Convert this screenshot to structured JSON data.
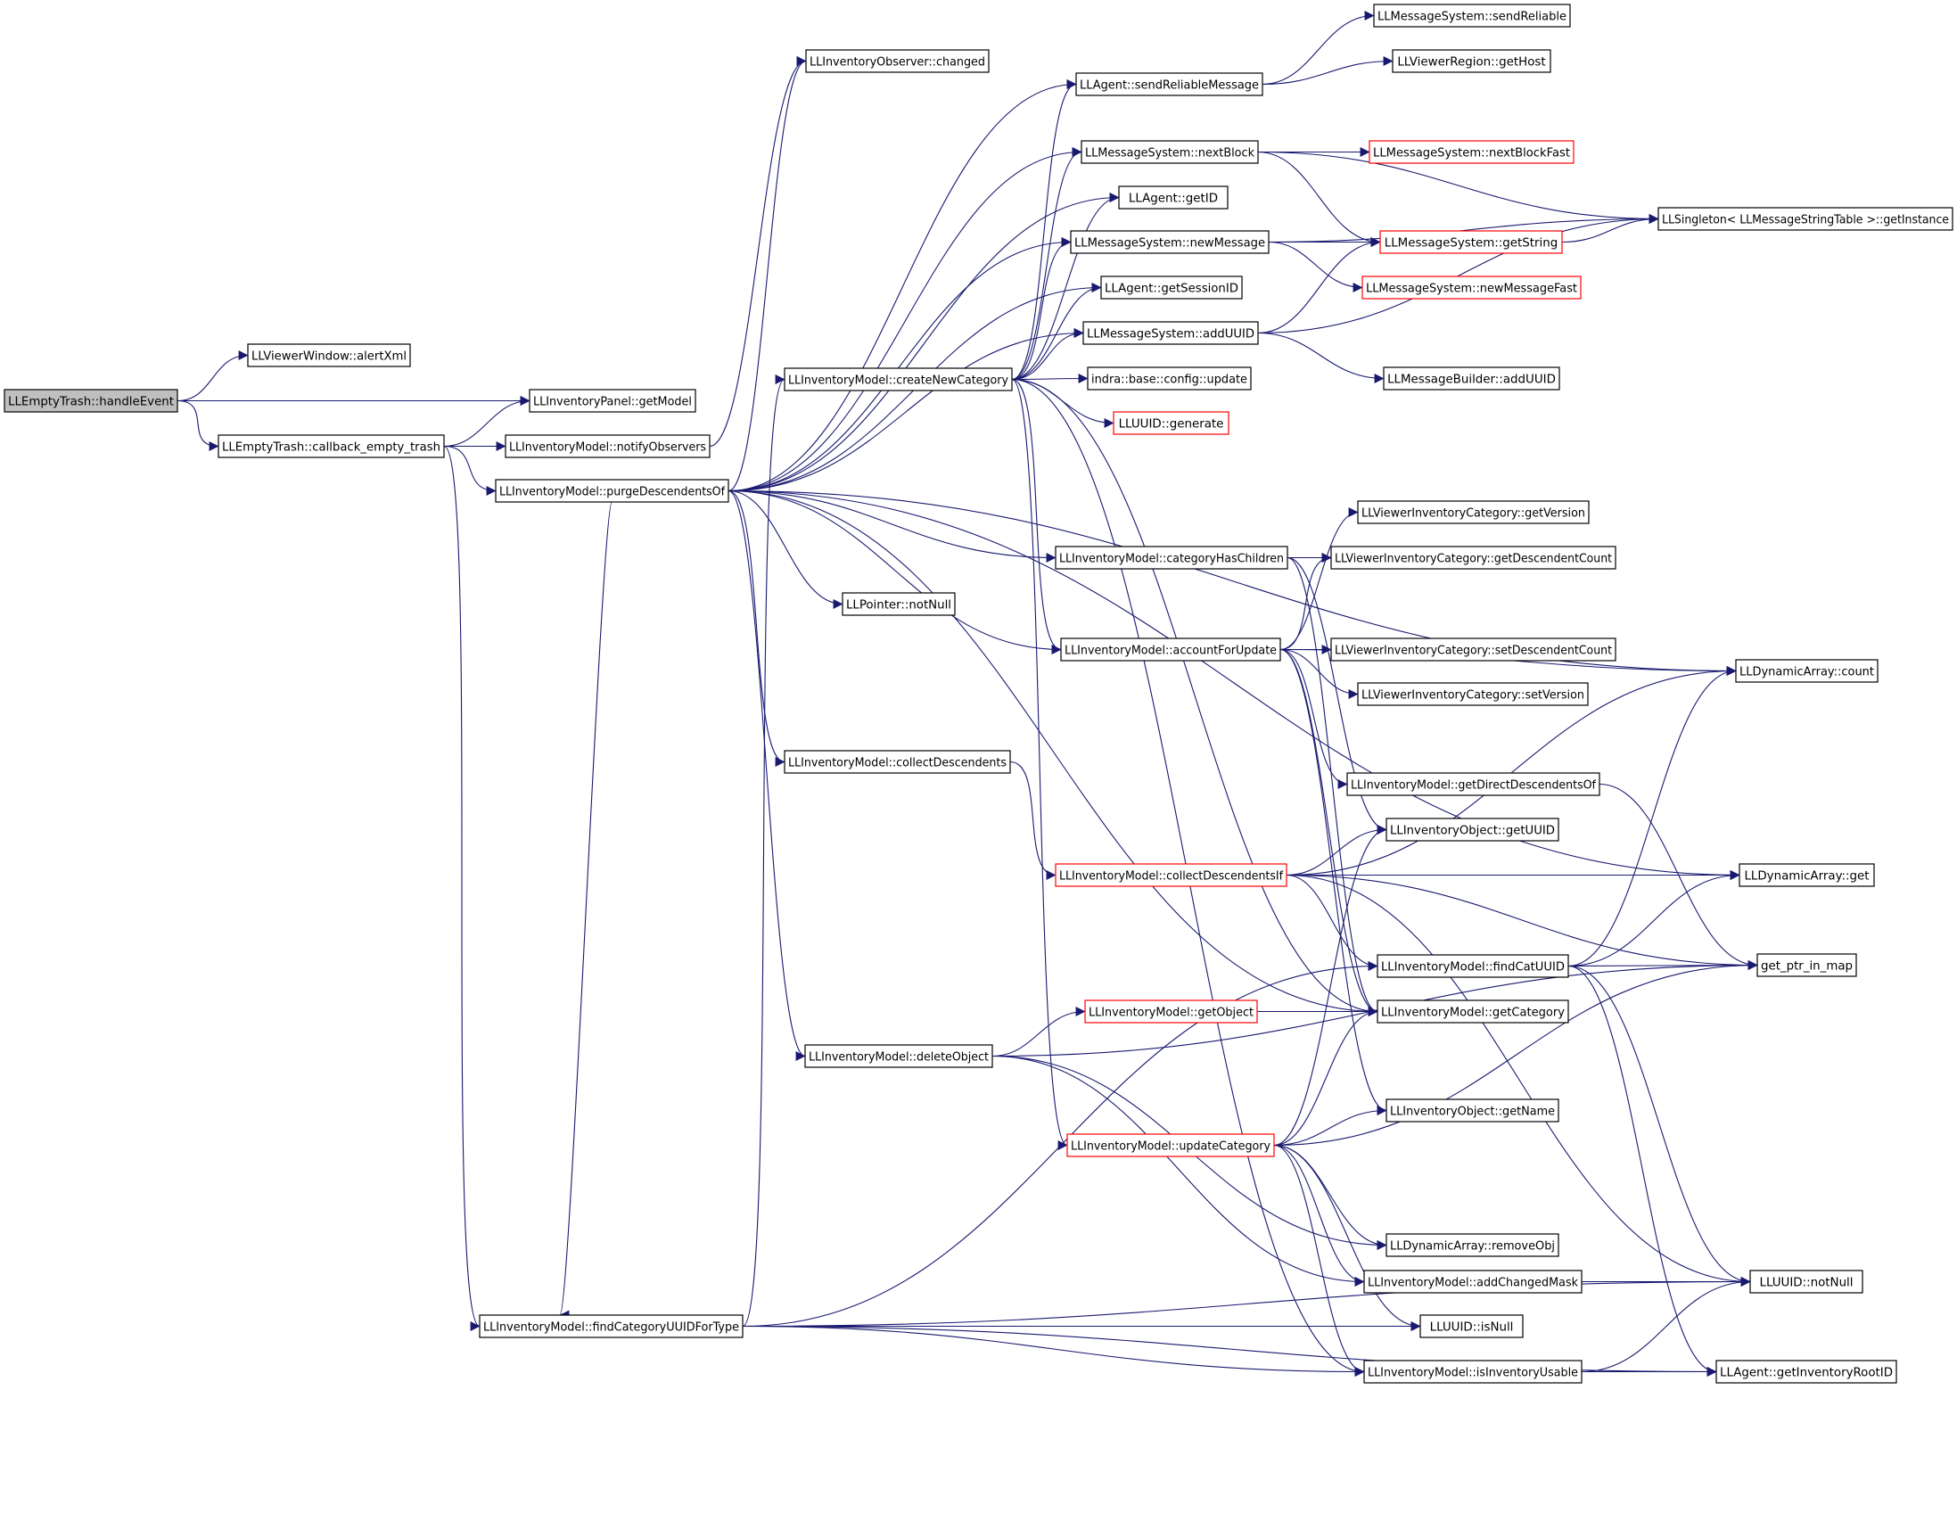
{
  "nodes": [
    {
      "id": "handleEvent",
      "label": "LLEmptyTrash::handleEvent",
      "root": true
    },
    {
      "id": "alertXml",
      "label": "LLViewerWindow::alertXml"
    },
    {
      "id": "callback",
      "label": "LLEmptyTrash::callback_empty_trash"
    },
    {
      "id": "getModel",
      "label": "LLInventoryPanel::getModel"
    },
    {
      "id": "notifyObservers",
      "label": "LLInventoryModel::notifyObservers"
    },
    {
      "id": "purge",
      "label": "LLInventoryModel::purgeDescendentsOf"
    },
    {
      "id": "findCatType",
      "label": "LLInventoryModel::findCategoryUUIDForType"
    },
    {
      "id": "changed",
      "label": "LLInventoryObserver::changed"
    },
    {
      "id": "createNewCategory",
      "label": "LLInventoryModel::createNewCategory"
    },
    {
      "id": "collectDesc",
      "label": "LLInventoryModel::collectDescendents"
    },
    {
      "id": "deleteObject",
      "label": "LLInventoryModel::deleteObject"
    },
    {
      "id": "notNullPtr",
      "label": "LLPointer::notNull"
    },
    {
      "id": "sendReliableMessage",
      "label": "LLAgent::sendReliableMessage"
    },
    {
      "id": "nextBlock",
      "label": "LLMessageSystem::nextBlock"
    },
    {
      "id": "getID",
      "label": "LLAgent::getID"
    },
    {
      "id": "newMessage",
      "label": "LLMessageSystem::newMessage"
    },
    {
      "id": "getSessionID",
      "label": "LLAgent::getSessionID"
    },
    {
      "id": "addUUID",
      "label": "LLMessageSystem::addUUID"
    },
    {
      "id": "configUpdate",
      "label": "indra::base::config::update"
    },
    {
      "id": "generate",
      "label": "LLUUID::generate",
      "trunc": true
    },
    {
      "id": "catHasChildren",
      "label": "LLInventoryModel::categoryHasChildren"
    },
    {
      "id": "accountForUpdate",
      "label": "LLInventoryModel::accountForUpdate"
    },
    {
      "id": "collectDescIf",
      "label": "LLInventoryModel::collectDescendentsIf",
      "trunc": true
    },
    {
      "id": "getObject",
      "label": "LLInventoryModel::getObject",
      "trunc": true
    },
    {
      "id": "updateCategory",
      "label": "LLInventoryModel::updateCategory",
      "trunc": true
    },
    {
      "id": "sendReliable",
      "label": "LLMessageSystem::sendReliable"
    },
    {
      "id": "getHost",
      "label": "LLViewerRegion::getHost"
    },
    {
      "id": "nextBlockFast",
      "label": "LLMessageSystem::nextBlockFast",
      "trunc": true
    },
    {
      "id": "getString",
      "label": "LLMessageSystem::getString",
      "trunc": true
    },
    {
      "id": "newMessageFast",
      "label": "LLMessageSystem::newMessageFast",
      "trunc": true
    },
    {
      "id": "mbAddUUID",
      "label": "LLMessageBuilder::addUUID"
    },
    {
      "id": "getVersion",
      "label": "LLViewerInventoryCategory::getVersion"
    },
    {
      "id": "getDescCount",
      "label": "LLViewerInventoryCategory::getDescendentCount"
    },
    {
      "id": "setDescCount",
      "label": "LLViewerInventoryCategory::setDescendentCount"
    },
    {
      "id": "setVersion",
      "label": "LLViewerInventoryCategory::setVersion"
    },
    {
      "id": "getDirectDesc",
      "label": "LLInventoryModel::getDirectDescendentsOf"
    },
    {
      "id": "objGetUUID",
      "label": "LLInventoryObject::getUUID"
    },
    {
      "id": "findCatUUID",
      "label": "LLInventoryModel::findCatUUID"
    },
    {
      "id": "getCategory",
      "label": "LLInventoryModel::getCategory"
    },
    {
      "id": "objGetName",
      "label": "LLInventoryObject::getName"
    },
    {
      "id": "removeObj",
      "label": "LLDynamicArray::removeObj"
    },
    {
      "id": "addChangedMask",
      "label": "LLInventoryModel::addChangedMask"
    },
    {
      "id": "isNull",
      "label": "LLUUID::isNull"
    },
    {
      "id": "isInvUsable",
      "label": "LLInventoryModel::isInventoryUsable"
    },
    {
      "id": "getInstance",
      "label": "LLSingleton< LLMessageStringTable >::getInstance"
    },
    {
      "id": "daCount",
      "label": "LLDynamicArray::count"
    },
    {
      "id": "daGet",
      "label": "LLDynamicArray::get"
    },
    {
      "id": "getPtrInMap",
      "label": "get_ptr_in_map"
    },
    {
      "id": "uuidNotNull",
      "label": "LLUUID::notNull"
    },
    {
      "id": "getInvRoot",
      "label": "LLAgent::getInventoryRootID"
    }
  ],
  "edges": [
    [
      "handleEvent",
      "alertXml"
    ],
    [
      "handleEvent",
      "getModel"
    ],
    [
      "handleEvent",
      "callback"
    ],
    [
      "callback",
      "getModel"
    ],
    [
      "callback",
      "notifyObservers"
    ],
    [
      "callback",
      "purge"
    ],
    [
      "callback",
      "findCatType"
    ],
    [
      "notifyObservers",
      "changed"
    ],
    [
      "purge",
      "changed"
    ],
    [
      "purge",
      "sendReliableMessage"
    ],
    [
      "purge",
      "nextBlock"
    ],
    [
      "purge",
      "getID"
    ],
    [
      "purge",
      "newMessage"
    ],
    [
      "purge",
      "getSessionID"
    ],
    [
      "purge",
      "addUUID"
    ],
    [
      "purge",
      "catHasChildren"
    ],
    [
      "purge",
      "notNullPtr"
    ],
    [
      "purge",
      "accountForUpdate"
    ],
    [
      "purge",
      "collectDesc"
    ],
    [
      "purge",
      "deleteObject"
    ],
    [
      "purge",
      "getCategory"
    ],
    [
      "purge",
      "daCount"
    ],
    [
      "purge",
      "daGet"
    ],
    [
      "purge",
      "findCatType"
    ],
    [
      "findCatType",
      "createNewCategory"
    ],
    [
      "findCatType",
      "isNull"
    ],
    [
      "findCatType",
      "isInvUsable"
    ],
    [
      "findCatType",
      "uuidNotNull"
    ],
    [
      "findCatType",
      "getInvRoot"
    ],
    [
      "findCatType",
      "findCatUUID"
    ],
    [
      "createNewCategory",
      "sendReliableMessage"
    ],
    [
      "createNewCategory",
      "nextBlock"
    ],
    [
      "createNewCategory",
      "getID"
    ],
    [
      "createNewCategory",
      "newMessage"
    ],
    [
      "createNewCategory",
      "getSessionID"
    ],
    [
      "createNewCategory",
      "addUUID"
    ],
    [
      "createNewCategory",
      "configUpdate"
    ],
    [
      "createNewCategory",
      "generate"
    ],
    [
      "createNewCategory",
      "accountForUpdate"
    ],
    [
      "createNewCategory",
      "updateCategory"
    ],
    [
      "createNewCategory",
      "isInvUsable"
    ],
    [
      "createNewCategory",
      "getCategory"
    ],
    [
      "sendReliableMessage",
      "sendReliable"
    ],
    [
      "sendReliableMessage",
      "getHost"
    ],
    [
      "nextBlock",
      "nextBlockFast"
    ],
    [
      "nextBlock",
      "getString"
    ],
    [
      "nextBlock",
      "getInstance"
    ],
    [
      "newMessage",
      "getString"
    ],
    [
      "newMessage",
      "newMessageFast"
    ],
    [
      "newMessage",
      "getInstance"
    ],
    [
      "addUUID",
      "getString"
    ],
    [
      "addUUID",
      "mbAddUUID"
    ],
    [
      "addUUID",
      "getInstance"
    ],
    [
      "getString",
      "getInstance"
    ],
    [
      "catHasChildren",
      "getDescCount"
    ],
    [
      "catHasChildren",
      "getCategory"
    ],
    [
      "catHasChildren",
      "objGetUUID"
    ],
    [
      "accountForUpdate",
      "getVersion"
    ],
    [
      "accountForUpdate",
      "getDescCount"
    ],
    [
      "accountForUpdate",
      "setDescCount"
    ],
    [
      "accountForUpdate",
      "setVersion"
    ],
    [
      "accountForUpdate",
      "getDirectDesc"
    ],
    [
      "accountForUpdate",
      "daCount"
    ],
    [
      "accountForUpdate",
      "getCategory"
    ],
    [
      "accountForUpdate",
      "objGetName"
    ],
    [
      "collectDesc",
      "collectDescIf"
    ],
    [
      "collectDescIf",
      "objGetUUID"
    ],
    [
      "collectDescIf",
      "daGet"
    ],
    [
      "collectDescIf",
      "daCount"
    ],
    [
      "collectDescIf",
      "findCatUUID"
    ],
    [
      "collectDescIf",
      "getPtrInMap"
    ],
    [
      "collectDescIf",
      "uuidNotNull"
    ],
    [
      "getDirectDesc",
      "getPtrInMap"
    ],
    [
      "findCatUUID",
      "daCount"
    ],
    [
      "findCatUUID",
      "daGet"
    ],
    [
      "findCatUUID",
      "getPtrInMap"
    ],
    [
      "findCatUUID",
      "uuidNotNull"
    ],
    [
      "findCatUUID",
      "getInvRoot"
    ],
    [
      "deleteObject",
      "getObject"
    ],
    [
      "deleteObject",
      "getPtrInMap"
    ],
    [
      "deleteObject",
      "removeObj"
    ],
    [
      "deleteObject",
      "addChangedMask"
    ],
    [
      "getObject",
      "getCategory"
    ],
    [
      "updateCategory",
      "objGetUUID"
    ],
    [
      "updateCategory",
      "getCategory"
    ],
    [
      "updateCategory",
      "objGetName"
    ],
    [
      "updateCategory",
      "getPtrInMap"
    ],
    [
      "updateCategory",
      "removeObj"
    ],
    [
      "updateCategory",
      "addChangedMask"
    ],
    [
      "updateCategory",
      "isNull"
    ],
    [
      "updateCategory",
      "isInvUsable"
    ],
    [
      "addChangedMask",
      "uuidNotNull"
    ],
    [
      "isInvUsable",
      "uuidNotNull"
    ],
    [
      "isInvUsable",
      "getInvRoot"
    ]
  ]
}
